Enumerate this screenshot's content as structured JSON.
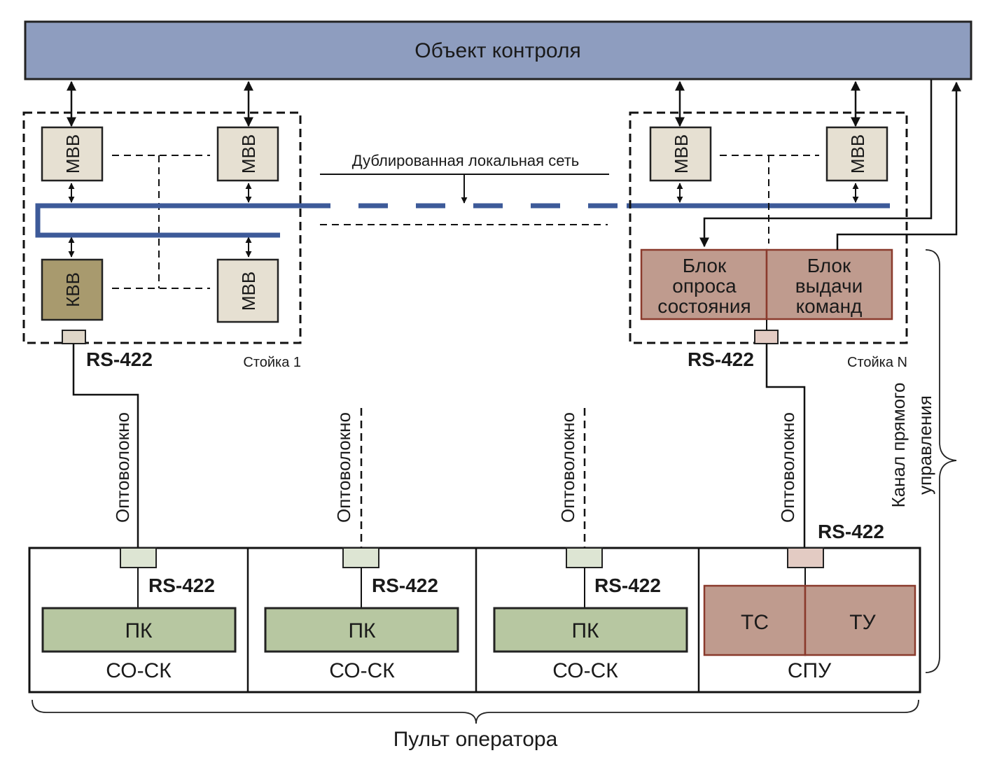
{
  "object": {
    "label": "Объект контроля"
  },
  "network": {
    "label": "Дублированная локальная сеть"
  },
  "rack1": {
    "label": "Стойка 1",
    "modules": [
      "МВВ",
      "МВВ",
      "КВВ",
      "МВВ"
    ],
    "interface": "RS-422"
  },
  "rackN": {
    "label": "Стойка N",
    "modules": [
      "МВВ",
      "МВВ"
    ],
    "poll_block": [
      "Блок",
      "опроса",
      "состояния"
    ],
    "command_block": [
      "Блок",
      "выдачи",
      "команд"
    ],
    "interface": "RS-422"
  },
  "links": {
    "fiber_label": "Оптоволокно"
  },
  "console": {
    "label": "Пульт оператора",
    "cells": [
      {
        "interface": "RS-422",
        "pc": "ПК",
        "name": "СО-СК"
      },
      {
        "interface": "RS-422",
        "pc": "ПК",
        "name": "СО-СК"
      },
      {
        "interface": "RS-422",
        "pc": "ПК",
        "name": "СО-СК"
      },
      {
        "interface": "RS-422",
        "ts": "ТС",
        "tu": "ТУ",
        "name": "СПУ"
      }
    ]
  },
  "direct_channel": {
    "label_line1": "Канал прямого",
    "label_line2": "управления"
  },
  "colors": {
    "object_fill": "#8e9dbf",
    "module_fill": "#e6e0d2",
    "kvv_fill": "#a89a6e",
    "network_line": "#3d5a99",
    "control_block_fill": "#bf9b8e",
    "control_block_stroke": "#8a3a2c",
    "pc_fill": "#b7c7a1",
    "connector_green": "#dde5d3",
    "connector_pink": "#e3cbc3"
  }
}
